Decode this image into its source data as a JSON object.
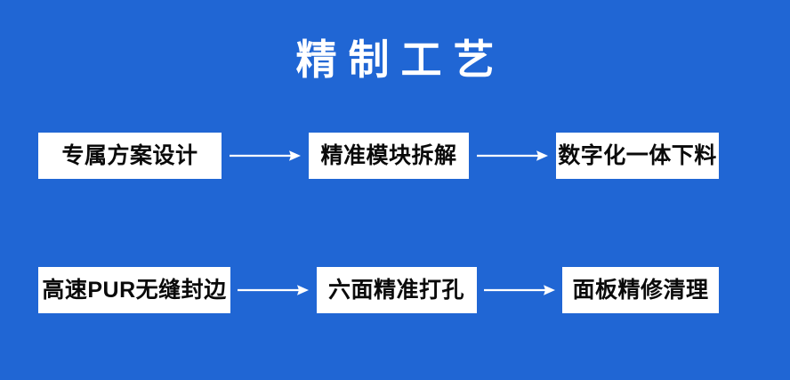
{
  "theme": {
    "background_color": "#2066d4",
    "box_background_color": "#ffffff",
    "box_text_color": "#0a0a0a",
    "title_color": "#ffffff",
    "arrow_color": "#ffffff"
  },
  "header": {
    "title": "精制工艺"
  },
  "flow": {
    "rows": [
      {
        "steps": [
          {
            "label": "专属方案设计"
          },
          {
            "label": "精准模块拆解"
          },
          {
            "label": "数字化一体下料"
          }
        ],
        "connectors": [
          {
            "icon": "arrow-right-icon"
          },
          {
            "icon": "arrow-right-icon"
          }
        ]
      },
      {
        "steps": [
          {
            "label": "高速PUR无缝封边"
          },
          {
            "label": "六面精准打孔"
          },
          {
            "label": "面板精修清理"
          }
        ],
        "connectors": [
          {
            "icon": "arrow-right-icon"
          },
          {
            "icon": "arrow-right-icon"
          }
        ]
      }
    ]
  }
}
